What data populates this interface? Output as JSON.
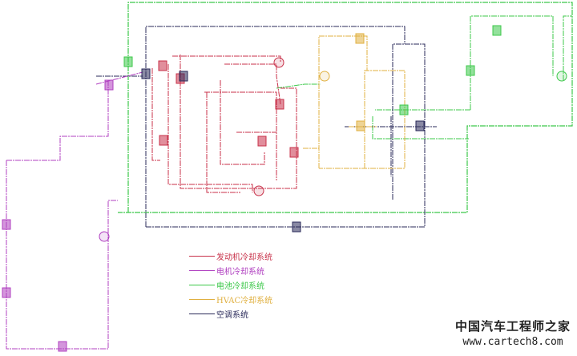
{
  "diagram": {
    "legend": [
      {
        "label": "发动机冷却系统",
        "color": "#c8324a"
      },
      {
        "label": "电机冷却系统",
        "color": "#b040c0"
      },
      {
        "label": "电池冷却系统",
        "color": "#3cc84a"
      },
      {
        "label": "HVAC冷却系统",
        "color": "#e0b040"
      },
      {
        "label": "空调系统",
        "color": "#2a2a5a"
      }
    ]
  },
  "watermark": {
    "name": "中国汽车工程师之家",
    "url": "www.cartech8.com"
  }
}
